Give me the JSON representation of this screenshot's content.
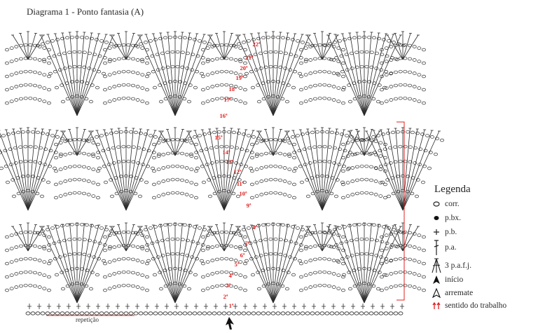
{
  "diagram": {
    "title": "Diagrama 1 - Ponto fantasia (A)",
    "repeat_label": "repetição",
    "row_labels": [
      "1ª",
      "2ª",
      "3ª",
      "4ª",
      "5ª",
      "6ª",
      "7ª",
      "8ª",
      "9ª",
      "10ª",
      "11ª",
      "12ª",
      "13ª",
      "14ª",
      "15ª",
      "16ª",
      "17ª",
      "18ª",
      "19ª",
      "20ª",
      "21ª",
      "22ª"
    ],
    "colors": {
      "ink": "#2b2b2b",
      "accent": "#e02020"
    }
  },
  "legend": {
    "title": "Legenda",
    "items": [
      {
        "icon": "chain-icon",
        "label": "corr."
      },
      {
        "icon": "slip-stitch-icon",
        "label": "p.bx."
      },
      {
        "icon": "single-crochet-icon",
        "label": "p.b."
      },
      {
        "icon": "double-crochet-icon",
        "label": "p.a."
      },
      {
        "icon": "cluster-icon",
        "label": "3 p.a.f.j."
      },
      {
        "icon": "start-arrow-icon",
        "label": "início"
      },
      {
        "icon": "finish-arrow-icon",
        "label": "arremate"
      },
      {
        "icon": "direction-arrows-icon",
        "label": "sentido do trabalho"
      }
    ]
  }
}
